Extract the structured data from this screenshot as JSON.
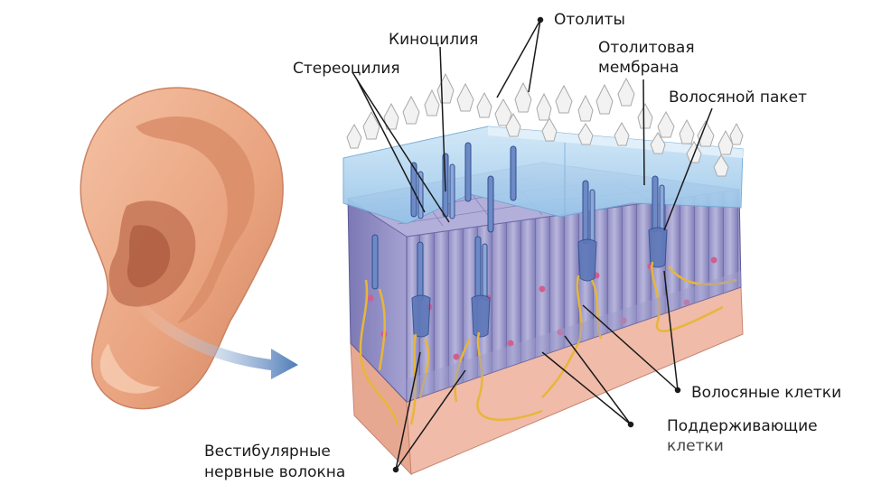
{
  "labels": {
    "otolity": "Отолиты",
    "kinocilia": "Киноцилия",
    "stereocilia": "Стереоцилия",
    "otolith_membrane_1": "Отолитовая",
    "otolith_membrane_2": "мембрана",
    "hair_bundle": "Волосяной пакет",
    "hair_cells": "Волосяные клетки",
    "supporting_1": "Поддерживающие",
    "supporting_2": "клетки",
    "nerve_1": "Вестибулярные",
    "nerve_2": "нервные волокна"
  },
  "colors": {
    "skin": "#e9a27e",
    "skin_dark": "#c97a58",
    "membrane": "#aed3ee",
    "cells": "#a9a7cf",
    "cells_dark": "#6f6aa6",
    "nerve": "#e7b63a",
    "base": "#efb9a8",
    "arrow": "#4d7bb8",
    "otolith": "#efefef"
  }
}
